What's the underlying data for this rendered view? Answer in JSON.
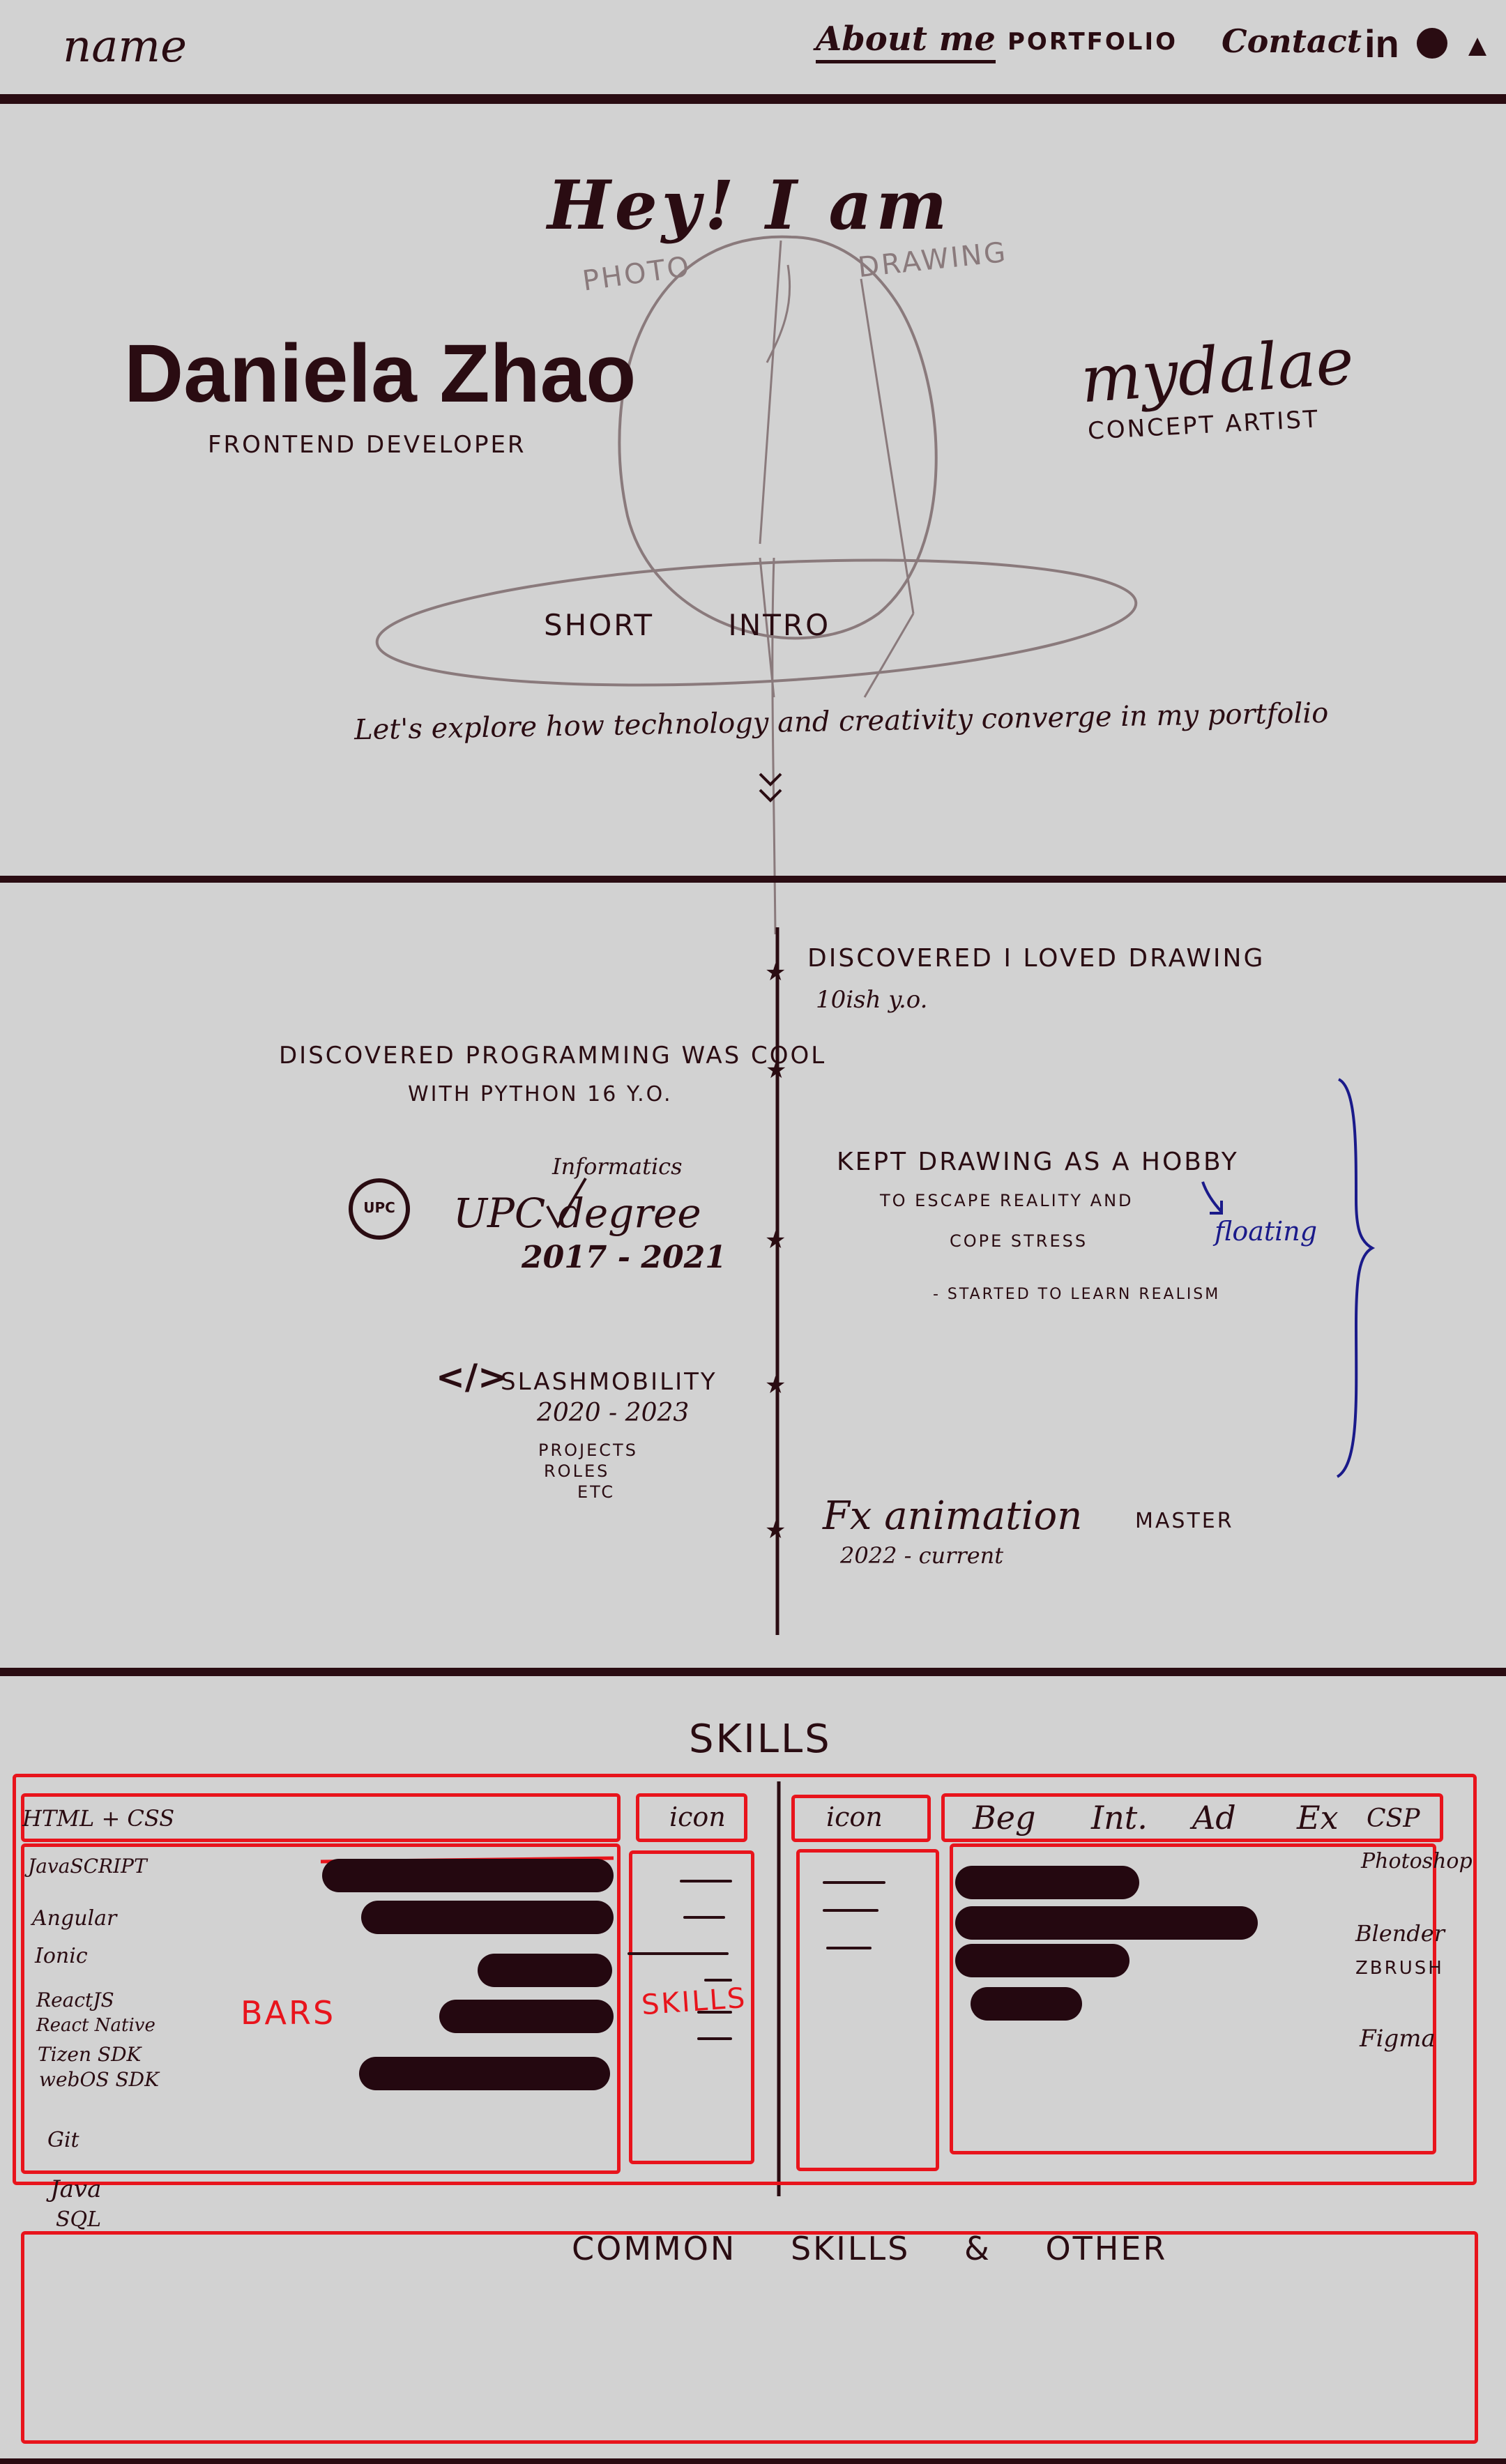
{
  "nav": {
    "logo": "name",
    "links": [
      "About me",
      "PORTFOLIO",
      "Contact"
    ],
    "icons": [
      "linkedin-icon",
      "github-icon",
      "artstation-icon"
    ],
    "icon_text": {
      "linkedin": "in"
    }
  },
  "hero": {
    "greeting": "Hey! I am",
    "photo_label": "PHOTO",
    "drawing_label": "DRAWING",
    "left_name": "Daniela Zhao",
    "left_role": "Frontend Developer",
    "right_name": "mydalae",
    "right_role": "Concept artist",
    "intro_label": "SHORT INTRO",
    "tagline": "Let's explore how technology and creativity converge in my portfolio",
    "scroll_icon": "chevron-down-icon"
  },
  "timeline": {
    "events": [
      {
        "title": "Discovered I loved drawing",
        "sub": "10ish y.o."
      },
      {
        "title": "Discovered programming was cool",
        "sub": "with python 16 y.o."
      },
      {
        "title": "UPC degree",
        "annotation": "Informatics",
        "sub": "2017 - 2021"
      },
      {
        "title": "SLASHMOBILITY",
        "sub": "2020 - 2023",
        "notes": [
          "PROJECTS",
          "ROLES",
          "ETC"
        ]
      },
      {
        "title": "Fx animation",
        "suffix": "MASTER",
        "sub": "2022 - current"
      }
    ],
    "hobby": {
      "title": "Kept drawing as a hobby",
      "line1": "to escape reality and",
      "line2": "cope stress",
      "line3": "- started to learn realism",
      "floating_note": "floating"
    },
    "upc_badge": "UPC"
  },
  "skills": {
    "title": "SKILLS",
    "left_header": "HTML + CSS",
    "left_list": [
      "JavaSCRIPT",
      "Angular",
      "Ionic",
      "ReactJS",
      "React Native",
      "Tizen SDK",
      "webOS SDK",
      "Git",
      "Java",
      "SQL"
    ],
    "bars_label": "BARS",
    "skills_label": "SKILLS",
    "icon_col_label": "icon",
    "right_icon_label": "icon",
    "level_headers": [
      "Beg",
      "Int.",
      "Ad",
      "Ex",
      "CSP"
    ],
    "right_list": [
      "Photoshop",
      "Blender",
      "ZBRUSH",
      "Figma"
    ],
    "common_label": "COMMON SKILLS & OTHER"
  },
  "colors": {
    "background": "#d2d2d2",
    "ink": "#2a0c12",
    "sketch_red": "#e8141c",
    "pencil": "#8a7a7c",
    "blue_note": "#1a1a8a"
  }
}
